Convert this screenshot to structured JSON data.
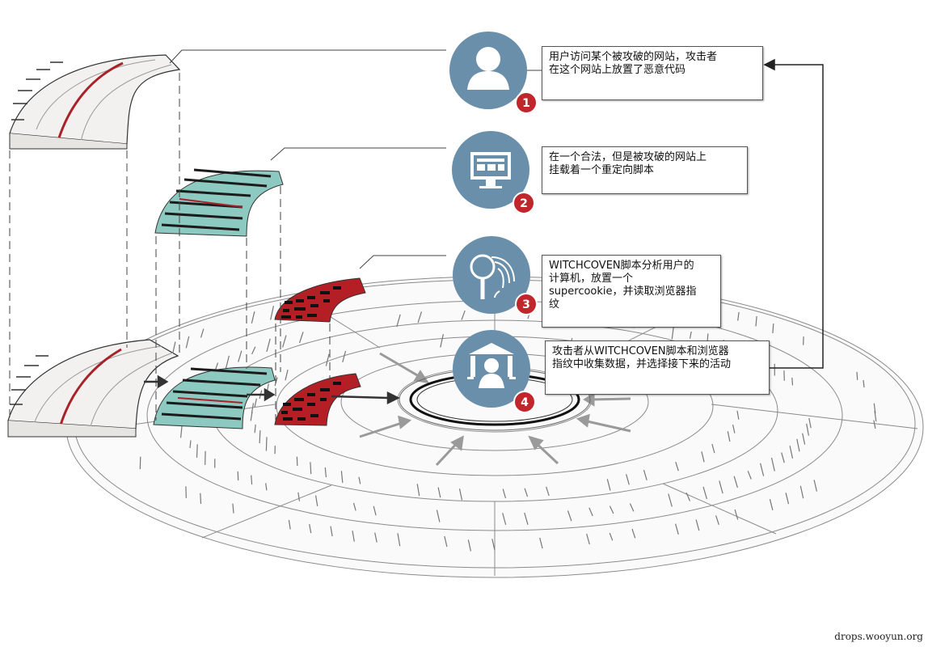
{
  "steps": [
    {
      "number": "1",
      "icon": "user-icon",
      "text": "用户访问某个被攻破的网站，攻击者\n在这个网站上放置了恶意代码"
    },
    {
      "number": "2",
      "icon": "monitor-icon",
      "text": "在一个合法，但是被攻破的网站上\n挂载着一个重定向脚本"
    },
    {
      "number": "3",
      "icon": "fingerprint-magnifier-icon",
      "text": "WITCHCOVEN脚本分析用户的\n计算机，放置一个\nsupercookie，并读取浏览器指\n纹"
    },
    {
      "number": "4",
      "icon": "building-person-icon",
      "text": "攻击者从WITCHCOVEN脚本和浏览器\n指纹中收集数据，并选择接下来的活动"
    }
  ],
  "credit": "drops.wooyun.org",
  "colors": {
    "icon_circle": "#6a8fab",
    "badge": "#c0272d",
    "teal": "#8cc9c0",
    "red": "#b41f25",
    "line": "#555555",
    "paper": "#f2f1ef"
  }
}
